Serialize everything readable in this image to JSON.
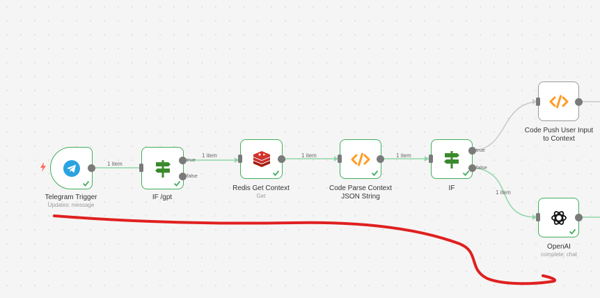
{
  "nodes": {
    "telegram": {
      "label": "Telegram Trigger",
      "sublabel": "Updates: message"
    },
    "if_gpt": {
      "label": "IF /gpt"
    },
    "redis": {
      "label": "Redis Get Context",
      "sublabel": "Get"
    },
    "code_parse": {
      "label_line1": "Code Parse Context",
      "label_line2": "JSON String"
    },
    "if2": {
      "label": "IF"
    },
    "code_push": {
      "label_line1": "Code Push User Input",
      "label_line2": "to Context"
    },
    "openai": {
      "label": "OpenAI",
      "sublabel": "complete: chat"
    }
  },
  "edges": {
    "item_label": "1 item",
    "true_label": "true",
    "false_label": "false"
  },
  "colors": {
    "success": "#3fae5a",
    "edge_active": "#8fd6a8",
    "edge_inactive": "#c8c8c8",
    "port": "#7a7a7a",
    "annotation": "#e02020",
    "telegram": "#2aa3e0",
    "redis": "#d42a20",
    "code": "#ff9b21",
    "if": "#3b8a2e"
  },
  "icons": [
    "telegram-icon",
    "if-signpost-icon",
    "redis-icon",
    "code-icon",
    "openai-icon",
    "check-icon",
    "bolt-icon"
  ]
}
